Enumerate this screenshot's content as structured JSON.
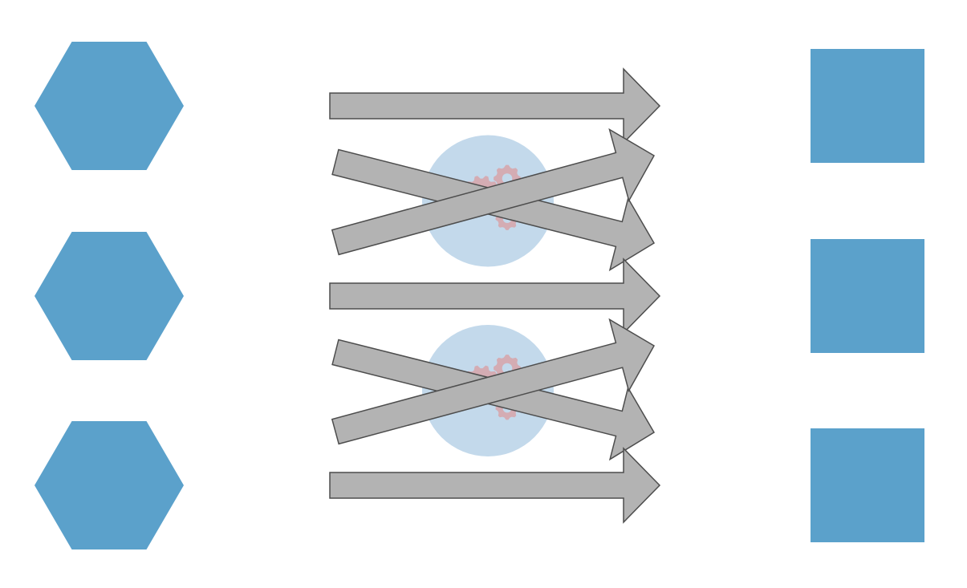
{
  "colors": {
    "background": "#ffffff",
    "node_fill": "#5ba1cb",
    "arrow_fill": "#b3b3b3",
    "arrow_stroke": "#4d4d4d",
    "hub_fill": "#c3d9eb",
    "gear_fill": "#d6a6ad"
  },
  "diagram": {
    "inputs": [
      {
        "shape": "hexagon"
      },
      {
        "shape": "hexagon"
      },
      {
        "shape": "hexagon"
      }
    ],
    "outputs": [
      {
        "shape": "square"
      },
      {
        "shape": "square"
      },
      {
        "shape": "square"
      }
    ],
    "hubs": [
      {
        "between_rows": [
          0,
          1
        ],
        "icon": "gears-icon"
      },
      {
        "between_rows": [
          1,
          2
        ],
        "icon": "gears-icon"
      }
    ],
    "arrows": [
      {
        "from": 0,
        "to": 0,
        "kind": "straight"
      },
      {
        "from": 0,
        "to": 1,
        "kind": "crossing"
      },
      {
        "from": 1,
        "to": 0,
        "kind": "crossing"
      },
      {
        "from": 1,
        "to": 1,
        "kind": "straight"
      },
      {
        "from": 1,
        "to": 2,
        "kind": "crossing"
      },
      {
        "from": 2,
        "to": 1,
        "kind": "crossing"
      },
      {
        "from": 2,
        "to": 2,
        "kind": "straight"
      }
    ]
  }
}
